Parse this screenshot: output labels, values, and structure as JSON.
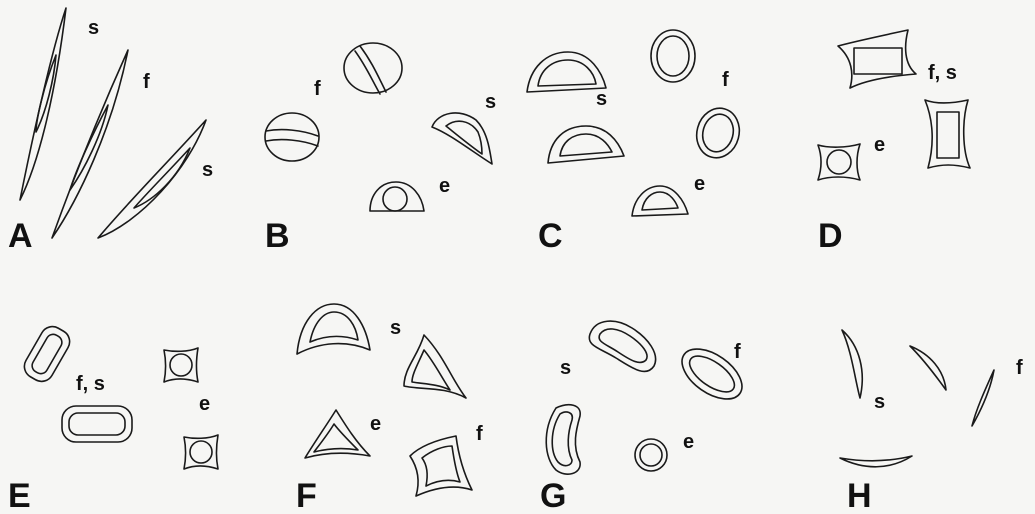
{
  "figure": {
    "panels": [
      {
        "letter": "A",
        "labels": [
          "s",
          "f",
          "s"
        ]
      },
      {
        "letter": "B",
        "labels": [
          "f",
          "s",
          "e"
        ]
      },
      {
        "letter": "C",
        "labels": [
          "s",
          "f",
          "e"
        ]
      },
      {
        "letter": "D",
        "labels": [
          "f, s",
          "e"
        ]
      },
      {
        "letter": "E",
        "labels": [
          "f, s",
          "e"
        ]
      },
      {
        "letter": "F",
        "labels": [
          "s",
          "e",
          "f"
        ]
      },
      {
        "letter": "G",
        "labels": [
          "s",
          "f",
          "e"
        ]
      },
      {
        "letter": "H",
        "labels": [
          "s",
          "f"
        ]
      }
    ]
  }
}
